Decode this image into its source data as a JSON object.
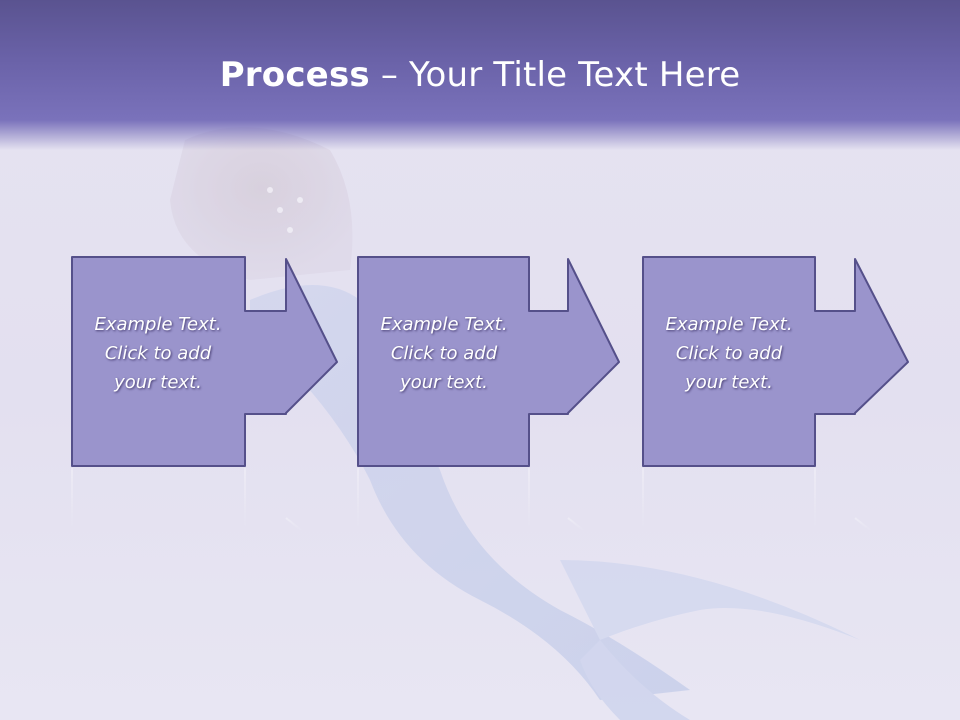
{
  "slide": {
    "title_bold": "Process",
    "title_rest": " – Your Title Text Here"
  },
  "steps": [
    {
      "line1": "Example Text.",
      "line2": "Click  to add",
      "line3": "your text."
    },
    {
      "line1": "Example Text.",
      "line2": "Click  to add",
      "line3": "your text."
    },
    {
      "line1": "Example Text.",
      "line2": "Click  to add",
      "line3": "your text."
    }
  ],
  "colors": {
    "title_band": "#6a62a8",
    "box_fill": "#9a94cc",
    "box_stroke": "#55508a",
    "background": "#e6e3f1"
  },
  "icons": [
    "right-arrow-icon"
  ]
}
